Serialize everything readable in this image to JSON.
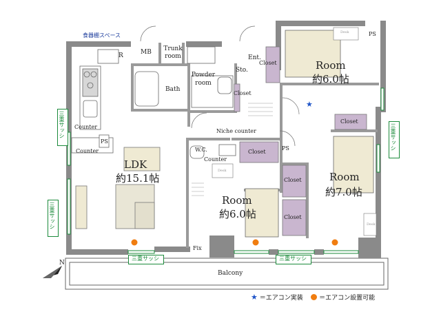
{
  "colors": {
    "wall": "#8a8a8a",
    "closet": "#c9b6cf",
    "bed": "#efead3",
    "sofa": "#e9e6d6",
    "sash_green": "#1a8a3a",
    "aircon_installed": "#1f55c8",
    "aircon_possible": "#f07d10"
  },
  "labels": {
    "cupboard_space": "食器棚スペース",
    "mb": "MB",
    "r": "R",
    "trunk_room": "Trunk room",
    "bath": "Bath",
    "powder_room": "Powder room",
    "ent": "Ent.",
    "sto": "Sto.",
    "closet": "Closet",
    "room": "Room",
    "room1_size": "約6.0帖",
    "room2_size": "約7.0帖",
    "room3_size": "約6.0帖",
    "ldk": "LDK",
    "ldk_size": "約15.1帖",
    "counter": "Counter",
    "niche_counter": "Niche counter",
    "wc": "W.C.",
    "ps": "PS",
    "fix": "Fix",
    "balcony": "Balcony",
    "desk": "Desk",
    "triple_sash": "三重サッシ"
  },
  "legend": {
    "installed": "＝エアコン実装",
    "possible": "＝エアコン設置可能"
  },
  "compass": "N"
}
